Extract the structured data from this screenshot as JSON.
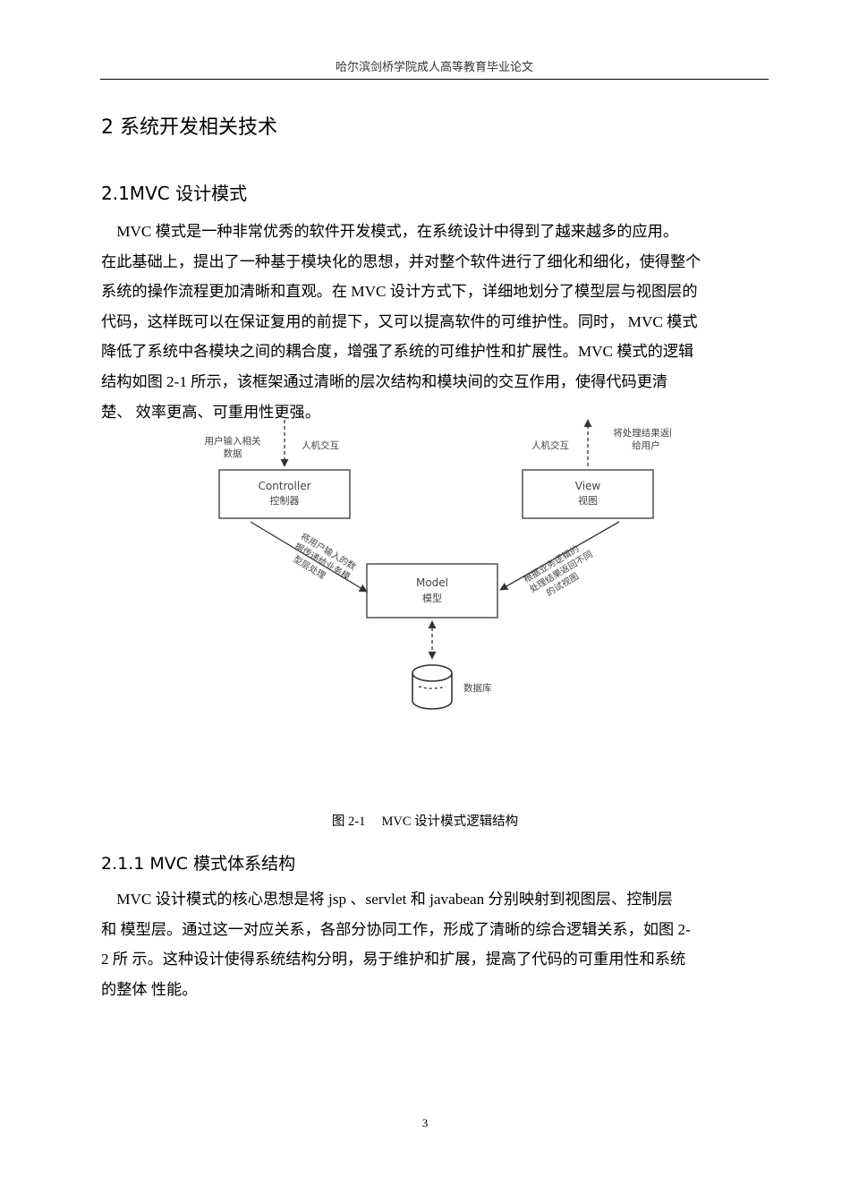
{
  "header": {
    "title": "哈尔滨剑桥学院成人高等教育毕业论文"
  },
  "chapter_title": "2 系统开发相关技术",
  "section_title": "2.1MVC 设计模式",
  "section_para_lines": [
    "　MVC 模式是一种非常优秀的软件开发模式，在系统设计中得到了越来越多的应用。",
    "在此基础上，提出了一种基于模块化的思想，并对整个软件进行了细化和细化，使得整个",
    "系统的操作流程更加清晰和直观。在  MVC 设计方式下，详细地划分了模型层与视图层的",
    "代码，这样既可以在保证复用的前提下，又可以提高软件的可维护性。同时，  MVC 模式",
    "降低了系统中各模块之间的耦合度，增强了系统的可维护性和扩展性。MVC 模式的逻辑",
    "结构如图 2-1 所示，该框架通过清晰的层次结构和模块间的交互作用，使得代码更清",
    "楚、  效率更高、可重用性更强。"
  ],
  "figure": {
    "controller_en": "Controller",
    "controller_cn": "控制器",
    "view_en": "View",
    "view_cn": "视图",
    "model_en": "Model",
    "model_cn": "模型",
    "database_label": "数据库",
    "user_input_line1": "用户输入相关",
    "user_input_line2": "数据",
    "hci_left": "人机交互",
    "hci_right": "人机交互",
    "return_line1": "将处理结果返回",
    "return_line2": "给用户",
    "left_arrow_line1": "将用户输入的数",
    "left_arrow_line2": "据传递给业务模",
    "left_arrow_line3": "型层处理",
    "right_arrow_line1": "根据业务逻辑的",
    "right_arrow_line2": "处理结果返回不同",
    "right_arrow_line3": "的试视图"
  },
  "figure_caption": "图 2-1　 MVC 设计模式逻辑结构",
  "subsection_title": "2.1.1 MVC 模式体系结构",
  "subsection_para_lines": [
    "　MVC 设计模式的核心思想是将 jsp 、servlet 和 javabean 分别映射到视图层、控制层",
    "和  模型层。通过这一对应关系，各部分协同工作，形成了清晰的综合逻辑关系，如图 2-",
    "2 所  示。这种设计使得系统结构分明，易于维护和扩展，提高了代码的可重用性和系统",
    "的整体  性能。"
  ],
  "page_number": "3"
}
